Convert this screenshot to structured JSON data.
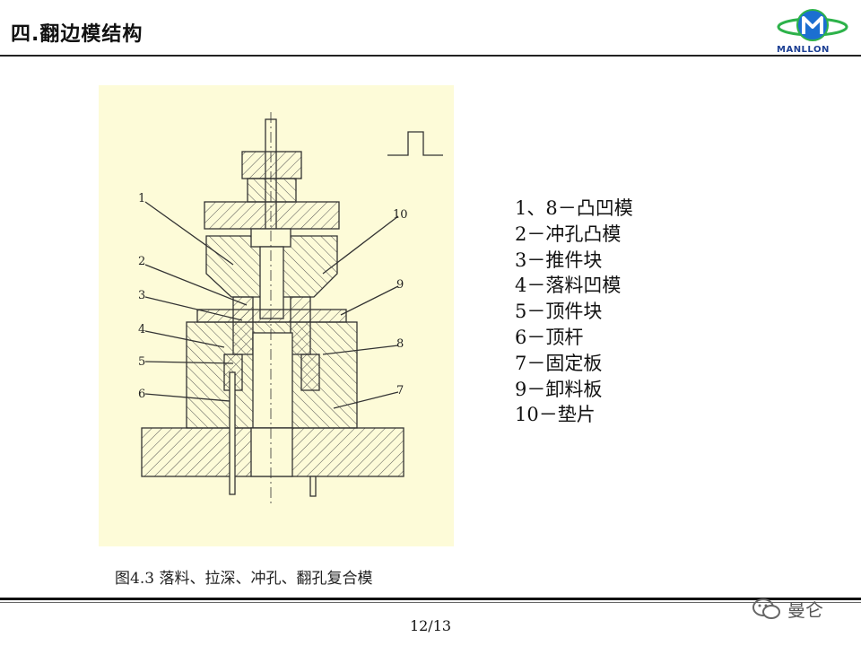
{
  "header": {
    "title": "四.翻边模结构",
    "logo_text": "MANLLON"
  },
  "figure": {
    "part_numbers": [
      "1",
      "2",
      "3",
      "4",
      "5",
      "6",
      "10",
      "9",
      "8",
      "7"
    ],
    "caption": "图4.3    落料、拉深、冲孔、翻孔复合模"
  },
  "legend": {
    "items": [
      "1、8－凸凹模",
      "2－冲孔凸模",
      "3－推件块",
      "4－落料凹模",
      "5－顶件块",
      "6－顶杆",
      "7－固定板",
      "9－卸料板",
      "10－垫片"
    ]
  },
  "footer": {
    "page": "12/13",
    "watermark": "曼仑"
  },
  "colors": {
    "figure_bg": "#fdfbd8",
    "logo_blue": "#1c3f94",
    "logo_green": "#2db24a"
  }
}
